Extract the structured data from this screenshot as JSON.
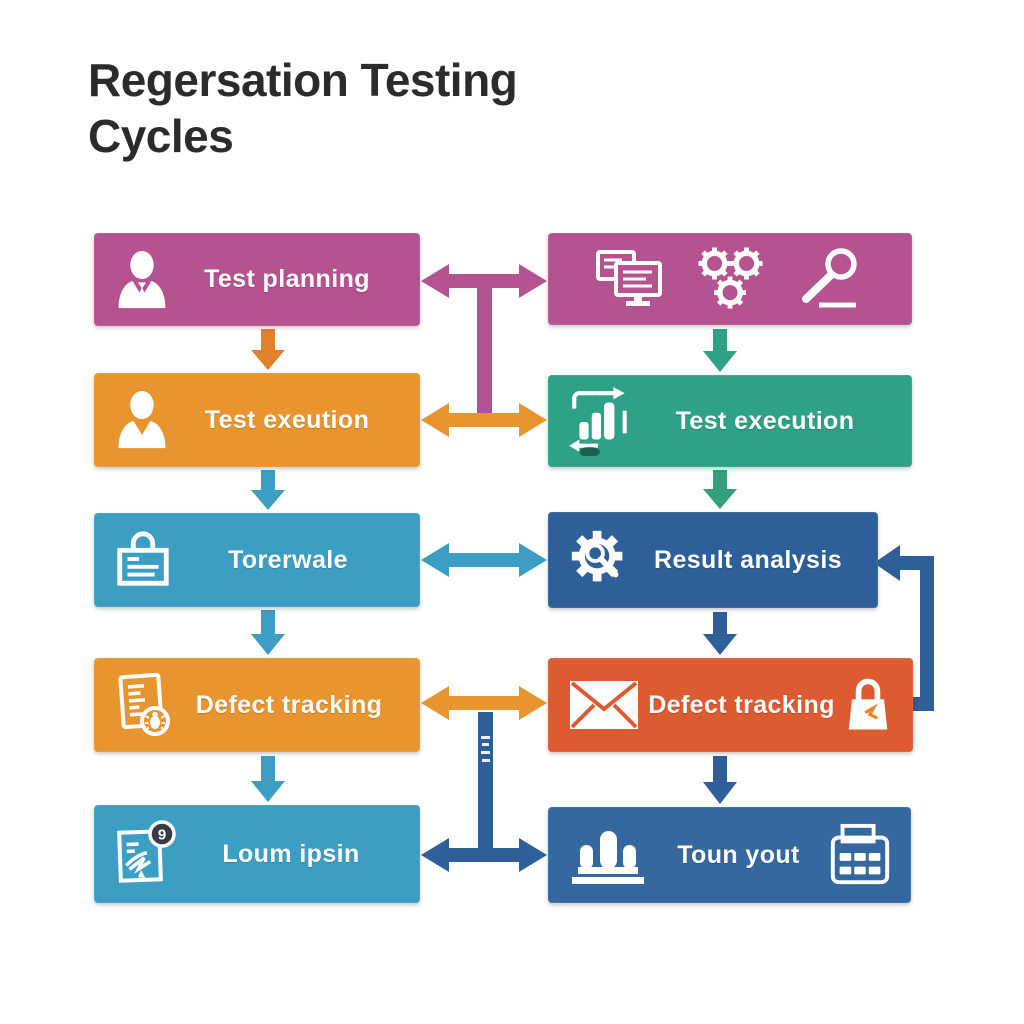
{
  "title": {
    "line1": "Regersation Testing",
    "line2": "Cycles"
  },
  "flow": {
    "left_column": [
      {
        "label": "Test planning",
        "icon": "businessman-icon",
        "color": "#b4538f"
      },
      {
        "label": "Test exeution",
        "icon": "person-icon",
        "color": "#e8952f"
      },
      {
        "label": "Torerwale",
        "icon": "secure-document-icon",
        "color": "#3d9ec3"
      },
      {
        "label": "Defect tracking",
        "icon": "bug-report-icon",
        "color": "#e8952f"
      },
      {
        "label": "Loum ipsin",
        "icon": "document-check-badge-icon",
        "color": "#3d9ec3"
      }
    ],
    "right_column": [
      {
        "label": "",
        "icons": [
          "monitors-icon",
          "gears-icon",
          "magnifier-icon"
        ],
        "color": "#b4538f"
      },
      {
        "label": "Test execution",
        "icon": "chart-refresh-icon",
        "color": "#2da287"
      },
      {
        "label": "Result analysis",
        "icon": "gear-magnifier-icon",
        "color": "#2e5f99"
      },
      {
        "label": "Defect tracking",
        "icons": [
          "envelope-icon",
          "lock-bag-icon"
        ],
        "color": "#dc5b31"
      },
      {
        "label": "Toun yout",
        "icons": [
          "podium-icon",
          "calculator-icon"
        ],
        "color": "#35689f"
      }
    ],
    "arrows": {
      "row1_bidirectional_color": "#b4538f",
      "row2_bidirectional_color": "#e8952f",
      "row3_bidirectional_color": "#3d9ec3",
      "row4_bidirectional_color": "#e8952f",
      "row5_bidirectional_color": "#2e5f99",
      "left_down_colors": [
        "#e0812c",
        "#3d9ec3",
        "#3d9ec3",
        "#3d9ec3"
      ],
      "right_down_colors": [
        "#2da287",
        "#34a07a",
        "#2e5f99",
        "#2e5f99"
      ],
      "feedback_loop_color": "#2e5f99"
    }
  }
}
